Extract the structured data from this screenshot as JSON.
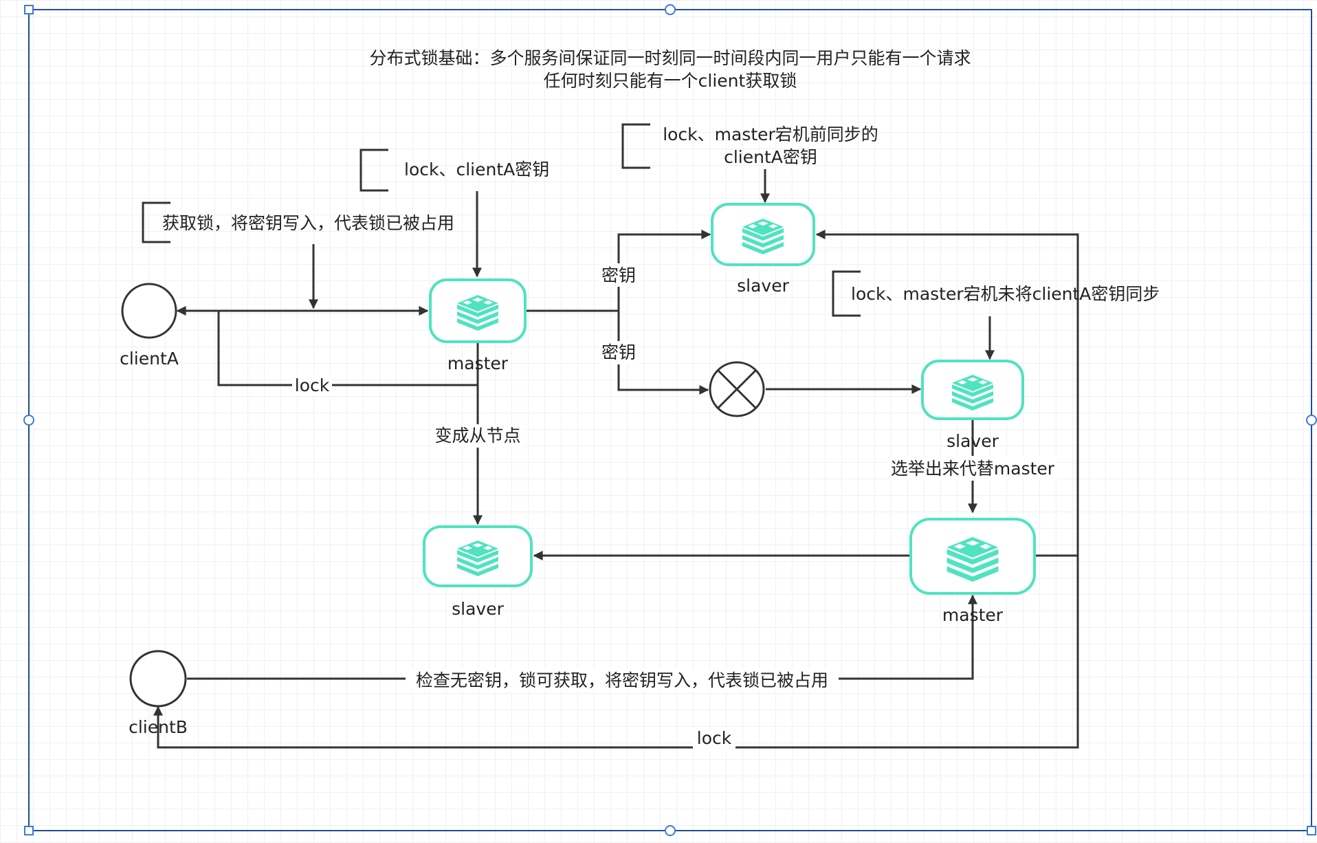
{
  "title": {
    "line1": "分布式锁基础：多个服务间保证同一时刻同一时间段内同一用户只能有一个请求",
    "line2": "任何时刻只能有一个client获取锁"
  },
  "nodes": {
    "clientA": "clientA",
    "clientB": "clientB",
    "master_top": "master",
    "slaver_top": "slaver",
    "slaver_mid": "slaver",
    "slaver_bottom": "slaver",
    "master_new": "master"
  },
  "annotations": {
    "acquire": "获取锁，将密钥写入，代表锁已被占用",
    "lock_key": "lock、clientA密钥",
    "synced_line1": "lock、master宕机前同步的",
    "synced_line2": "clientA密钥",
    "not_synced": "lock、master宕机未将clientA密钥同步"
  },
  "edges": {
    "key_upper": "密钥",
    "key_lower": "密钥",
    "lock_return_a": "lock",
    "become_slave": "变成从节点",
    "elected": "选举出来代替master",
    "clientb_check": "检查无密钥，锁可获取，将密钥写入，代表锁已被占用",
    "lock_return_b": "lock"
  },
  "colors": {
    "redis": "#4fe3bf",
    "frame": "#1f4e8c",
    "line": "#333333"
  }
}
